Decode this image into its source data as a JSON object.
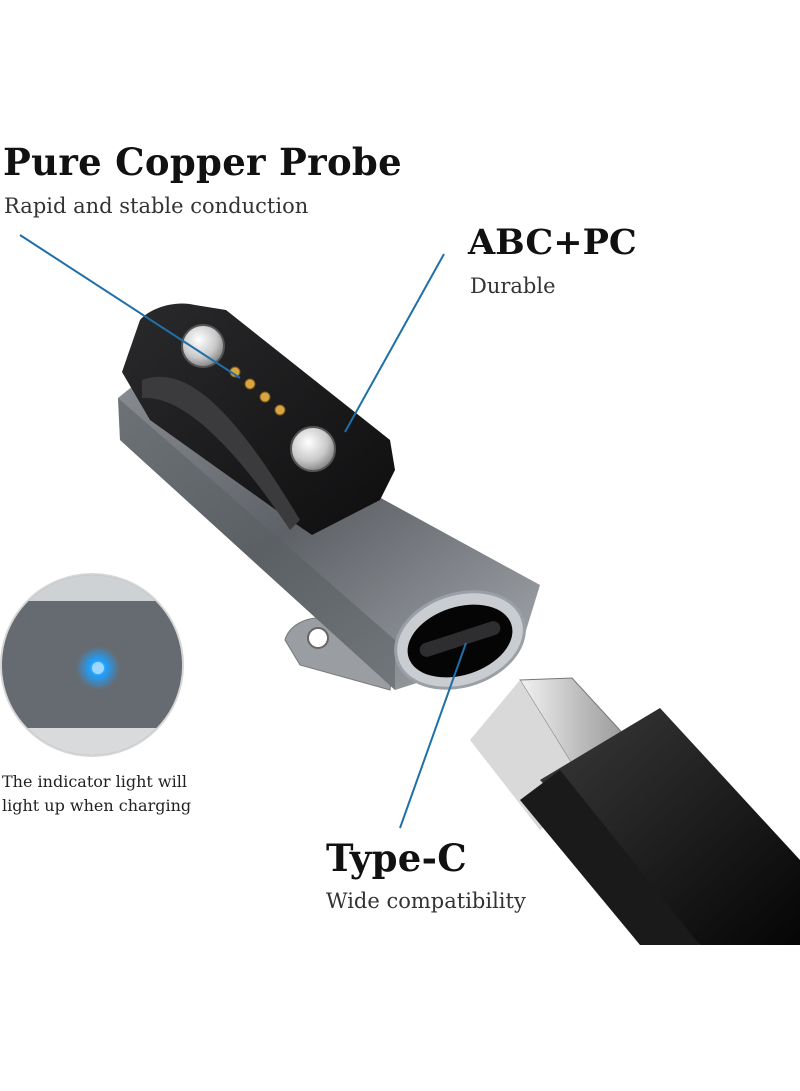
{
  "labels": {
    "copper_title": "Pure Copper Probe",
    "copper_sub": "Rapid and stable conduction",
    "abc_title": "ABC+PC",
    "abc_sub": "Durable",
    "type_title": "Type-C",
    "type_sub": "Wide compatibility",
    "indicator_line1": "The indicator light will",
    "indicator_line2": "light up when charging"
  },
  "colors": {
    "leader_line": "#1f6fa8",
    "indicator_led": "#1ea0ff",
    "housing": "#6f7378",
    "cap": "#1c1c1e"
  }
}
